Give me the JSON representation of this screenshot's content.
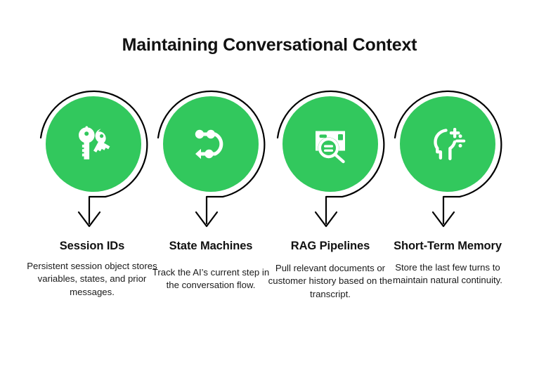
{
  "title": "Maintaining Conversational Context",
  "theme": {
    "accent_green": "#32c85d",
    "background": "#ffffff",
    "text": "#111111",
    "stroke": "#000000"
  },
  "steps": [
    {
      "icon": "keys-icon",
      "heading": "Session IDs",
      "body": "Persistent session object stores variables, states, and prior messages."
    },
    {
      "icon": "state-flow-icon",
      "heading": "State Machines",
      "body": "Track the AI’s current step in the conversation flow."
    },
    {
      "icon": "document-search-icon",
      "heading": "RAG Pipelines",
      "body": "Pull relevant documents or customer history based on the transcript."
    },
    {
      "icon": "brain-math-icon",
      "heading": "Short-Term Memory",
      "body": "Store the last few turns to maintain natural continuity."
    }
  ]
}
